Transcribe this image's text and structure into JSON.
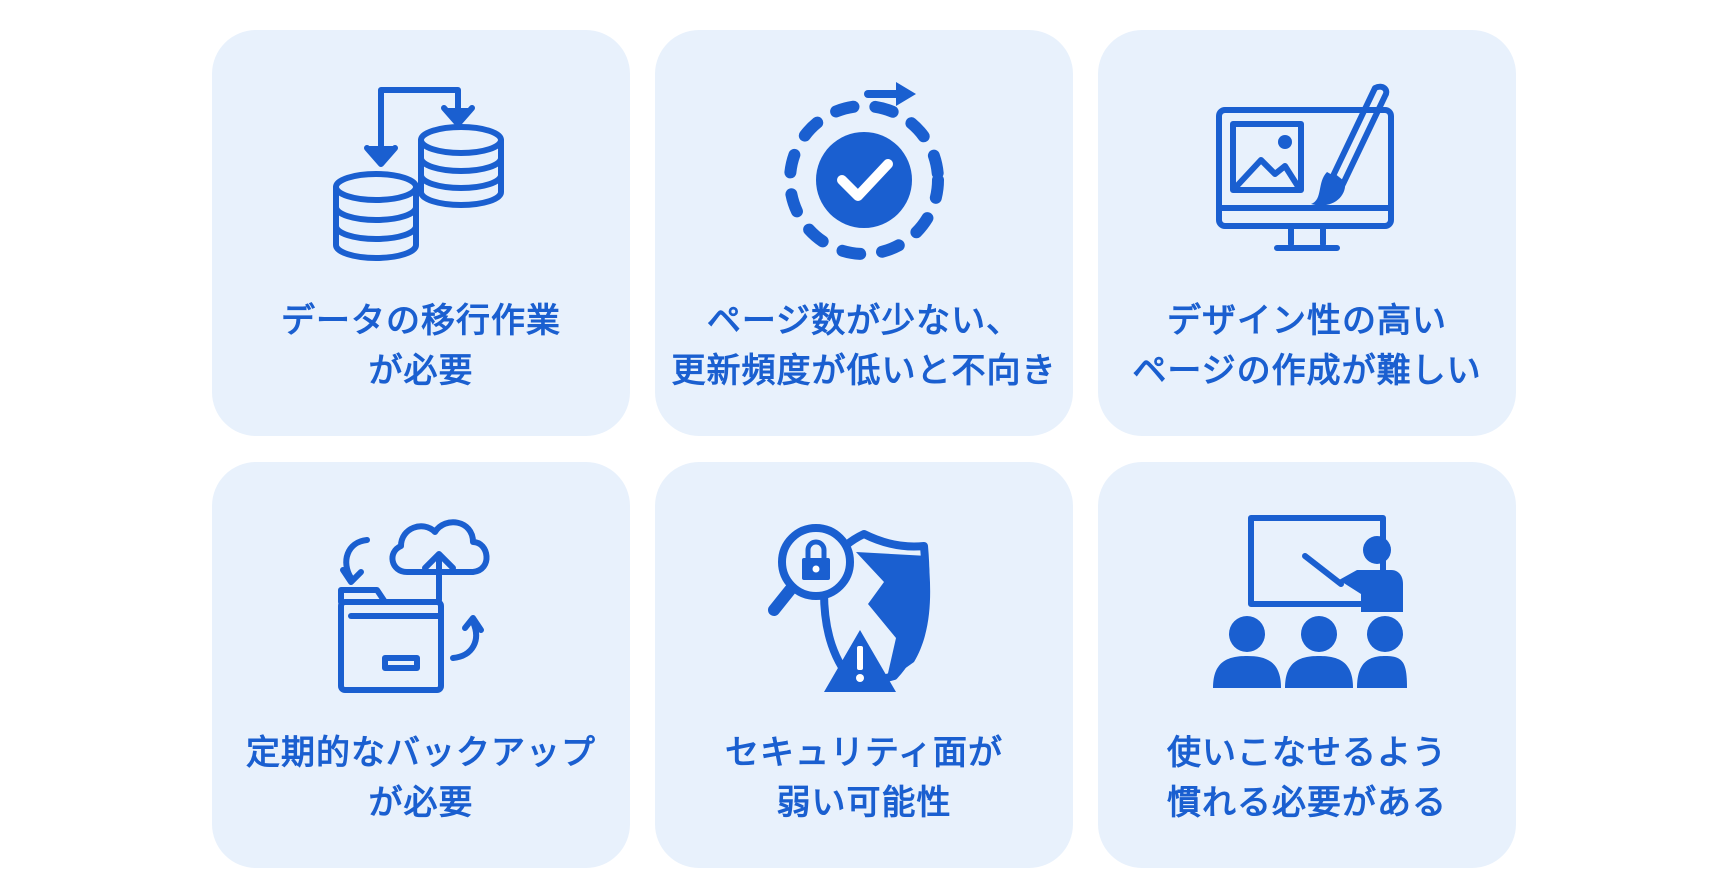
{
  "colors": {
    "card_bg": "#e8f1fc",
    "accent": "#1a5fd0"
  },
  "cards": [
    {
      "icon": "database-transfer-icon",
      "lines": [
        "データの移行作業",
        "が必要"
      ]
    },
    {
      "icon": "update-check-icon",
      "lines": [
        "ページ数が少ない、",
        "更新頻度が低いと不向き"
      ]
    },
    {
      "icon": "monitor-design-icon",
      "lines": [
        "デザイン性の高い",
        "ページの作成が難しい"
      ]
    },
    {
      "icon": "cloud-backup-icon",
      "lines": [
        "定期的なバックアップ",
        "が必要"
      ]
    },
    {
      "icon": "security-warning-icon",
      "lines": [
        "セキュリティ面が",
        "弱い可能性"
      ]
    },
    {
      "icon": "training-presentation-icon",
      "lines": [
        "使いこなせるよう",
        "慣れる必要がある"
      ]
    }
  ]
}
